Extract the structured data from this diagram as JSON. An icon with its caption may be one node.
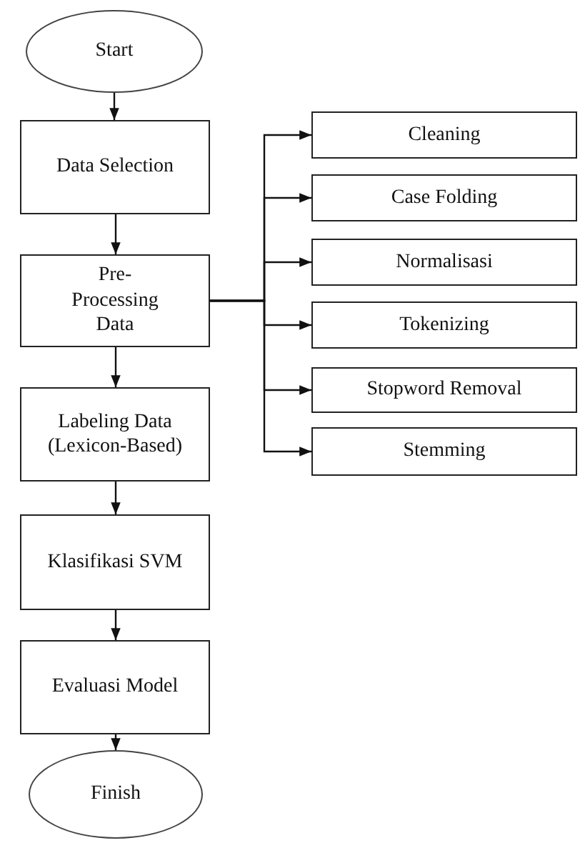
{
  "diagram": {
    "nodes": [
      {
        "text": [
          "Start"
        ]
      },
      {
        "text": [
          "Data Selection"
        ]
      },
      {
        "text": [
          "Pre-Processing Data"
        ]
      },
      {
        "text": [
          "Cleaning"
        ]
      },
      {
        "text": [
          "Case Folding"
        ]
      },
      {
        "text": [
          "Normalisasi"
        ]
      },
      {
        "text": [
          "Tokenizing"
        ]
      },
      {
        "text": [
          "Stopword Removal"
        ]
      },
      {
        "text": [
          "Stemming"
        ]
      },
      {
        "text": [
          "Labeling Data (Lexicon-Based)"
        ]
      },
      {
        "text": [
          "Klasifikasi SVM"
        ]
      },
      {
        "text": [
          "Evaluasi Model"
        ]
      },
      {
        "text": [
          "Finish"
        ]
      }
    ],
    "edges": [
      {
        "from": 0,
        "to": 1,
        "arrow": "to"
      },
      {
        "from": 1,
        "to": 2,
        "arrow": "to"
      },
      {
        "from": 2,
        "to": 3,
        "arrow": "to"
      },
      {
        "from": 2,
        "to": 4,
        "arrow": "to"
      },
      {
        "from": 2,
        "to": 5,
        "arrow": "to"
      },
      {
        "from": 2,
        "to": 6,
        "arrow": "to"
      },
      {
        "from": 2,
        "to": 7,
        "arrow": "to"
      },
      {
        "from": 2,
        "to": 8,
        "arrow": "to"
      },
      {
        "from": 2,
        "to": 9,
        "arrow": "to"
      },
      {
        "from": 9,
        "to": 10,
        "arrow": "to"
      },
      {
        "from": 10,
        "to": 11,
        "arrow": "to"
      },
      {
        "from": 11,
        "to": 12,
        "arrow": "to"
      }
    ]
  }
}
